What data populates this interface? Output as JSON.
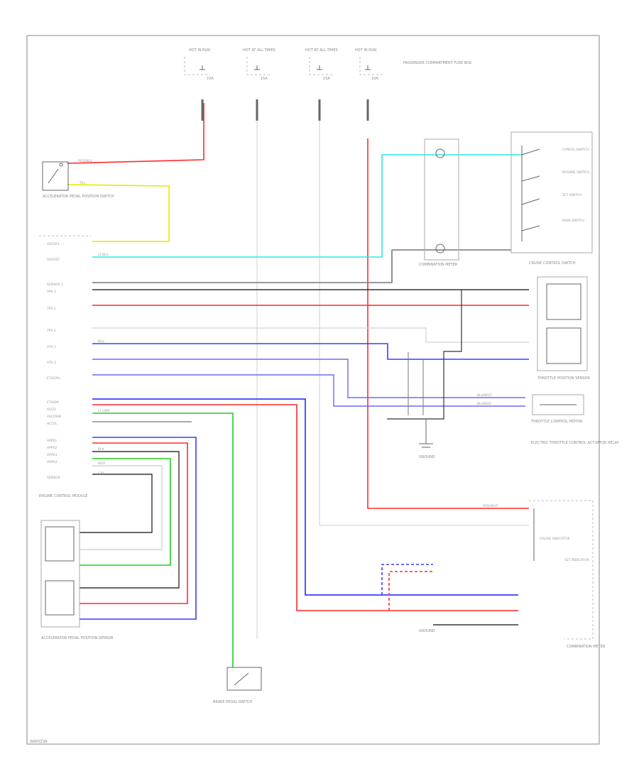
{
  "diagram_id": "W6P0Z3N",
  "colors": {
    "red": "#ff2b2b",
    "yellow": "#e8e800",
    "cyan": "#2de8e8",
    "blue": "#3b3bff",
    "green": "#22cc22",
    "gray": "#777777",
    "black": "#333333",
    "white": "#d2d2d2"
  },
  "components": {
    "fuse_1": "HOT IN RUN",
    "fuse_2": "HOT AT ALL TIMES",
    "fuse_3": "HOT AT ALL TIMES",
    "fuse_4": "HOT IN RUN",
    "fuse_box": "PASSENGER COMPARTMENT FUSE BOX",
    "pedal_switch": "ACCELERATOR PEDAL POSITION SWITCH",
    "ecm": "ENGINE CONTROL MODULE",
    "cruise_switch": "CRUISE CONTROL SWITCH",
    "combination_meter": "COMBINATION METER",
    "throttle_sensor": "THROTTLE POSITION SENSOR",
    "throttle_motor": "THROTTLE CONTROL MOTOR",
    "throttle_relay": "ELECTRIC THROTTLE CONTROL ACTUATOR RELAY",
    "accel_sensor": "ACCELERATOR PEDAL POSITION SENSOR",
    "brake_switch": "BRAKE PEDAL SWITCH",
    "ground_1": "GROUND",
    "ground_2": "GROUND",
    "cruise_indicator": "CRUISE INDICATOR",
    "set_indicator": "SET INDICATOR",
    "combination_meter_2": "COMBINATION METER"
  },
  "switch_labels": [
    "CANCEL SWITCH",
    "RESUME SWITCH",
    "SET SWITCH",
    "MAIN SWITCH"
  ],
  "fuse_ratings": [
    "10A",
    "15A",
    "15A",
    "10A"
  ],
  "ecm_pins": [
    "ASCDCL",
    "ASCDST",
    "",
    "SENSOR 2",
    "VPA 2",
    "TPS 1",
    "TPS 2",
    "VTA 1",
    "VTA 2",
    "ETHCM+",
    "ETHCM-",
    "ASCD",
    "ASCDSW",
    "ACCEL",
    "APPS1",
    "APPS2",
    "VRPA1",
    "VRPA2",
    "SENSOR"
  ],
  "wire_labels": {
    "red": "RED/BLU",
    "yellow": "YEL",
    "cyan": "LT BLU",
    "blue": "BLU",
    "green": "LT GRN",
    "gray": "GRY",
    "black": "BLK",
    "white": "WHT",
    "red_wht": "RED/WHT",
    "blu_wht": "BLU/WHT",
    "blu_red": "BLU/RED"
  }
}
